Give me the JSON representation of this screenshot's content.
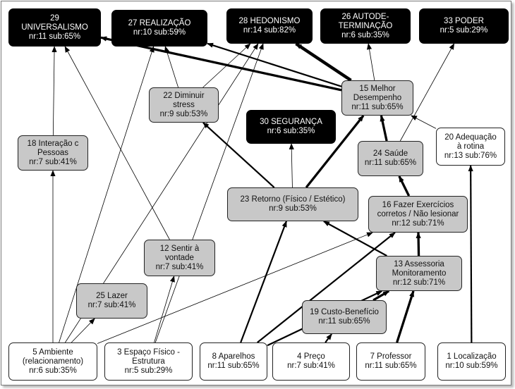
{
  "colors": {
    "dark_node": "#000000",
    "gray_node": "#c8c8c8",
    "white_node": "#ffffff",
    "edge": "#000000"
  },
  "nodes": {
    "n29": {
      "label": "29\nUNIVERSALISMO",
      "stats": "nr:11 sub:65%",
      "style": "dark"
    },
    "n27": {
      "label": "27 REALIZAÇÃO",
      "stats": "nr:10 sub:59%",
      "style": "dark"
    },
    "n28": {
      "label": "28 HEDONISMO",
      "stats": "nr:14 sub:82%",
      "style": "dark"
    },
    "n26": {
      "label": "26 AUTODE-\nTERMINAÇÃO",
      "stats": "nr:6 sub:35%",
      "style": "dark"
    },
    "n33": {
      "label": "33 PODER",
      "stats": "nr:5 sub:29%",
      "style": "dark"
    },
    "n22": {
      "label": "22 Diminuir\nstress",
      "stats": "nr:9 sub:53%",
      "style": "gray"
    },
    "n15": {
      "label": "15 Melhor\nDesempenho",
      "stats": "nr:11 sub:65%",
      "style": "gray"
    },
    "n30": {
      "label": "30 SEGURANÇA",
      "stats": "nr:6 sub:35%",
      "style": "dark"
    },
    "n18": {
      "label": "18 Interação  c\nPessoas",
      "stats": "nr:7 sub:41%",
      "style": "gray"
    },
    "n24": {
      "label": "24 Saúde",
      "stats": "nr:11 sub:65%",
      "style": "gray"
    },
    "n20": {
      "label": "20 Adequação\nà rotina",
      "stats": "nr:13 sub:76%",
      "style": "white"
    },
    "n23": {
      "label": "23 Retorno  (Físico / Estético)",
      "stats": "nr:9 sub:53%",
      "style": "gray"
    },
    "n16": {
      "label": "16 Fazer Exercícios\ncorretos / Não lesionar",
      "stats": "nr:12 sub:71%",
      "style": "gray"
    },
    "n12": {
      "label": "12 Sentir à\nvontade",
      "stats": "nr:7 sub:41%",
      "style": "gray"
    },
    "n13": {
      "label": "13 Assessoria\nMonitoramento",
      "stats": "nr:12 sub:71%",
      "style": "gray"
    },
    "n25": {
      "label": "25 Lazer",
      "stats": "nr:7 sub:41%",
      "style": "gray"
    },
    "n19": {
      "label": "19 Custo-Benefício",
      "stats": "nr:11 sub:65%",
      "style": "gray"
    },
    "n5": {
      "label": "5 Ambiente\n(relacionamento)",
      "stats": "nr:6 sub:35%",
      "style": "white"
    },
    "n3": {
      "label": "3 Espaço Físico -\nEstrutura",
      "stats": "nr:5 sub:29%",
      "style": "white"
    },
    "n8": {
      "label": "8 Aparelhos",
      "stats": "nr:11 sub:65%",
      "style": "white"
    },
    "n4": {
      "label": "4 Preço",
      "stats": "nr:7 sub:41%",
      "style": "white"
    },
    "n7": {
      "label": "7 Professor",
      "stats": "nr:11 sub:65%",
      "style": "white"
    },
    "n1": {
      "label": "1 Localização",
      "stats": "nr:10 sub:59%",
      "style": "white"
    }
  },
  "edges": [
    {
      "from": "n5",
      "to": "n18",
      "weight": 1
    },
    {
      "from": "n5",
      "to": "n25",
      "weight": 1
    },
    {
      "from": "n5",
      "to": "n27",
      "weight": 1
    },
    {
      "from": "n5",
      "to": "n28",
      "weight": 1
    },
    {
      "from": "n5",
      "to": "n16",
      "weight": 1
    },
    {
      "from": "n3",
      "to": "n12",
      "weight": 1
    },
    {
      "from": "n3",
      "to": "n28",
      "weight": 1
    },
    {
      "from": "n8",
      "to": "n23",
      "weight": 2
    },
    {
      "from": "n8",
      "to": "n13",
      "weight": 2
    },
    {
      "from": "n8",
      "to": "n16",
      "weight": 2
    },
    {
      "from": "n4",
      "to": "n19",
      "weight": 2
    },
    {
      "from": "n7",
      "to": "n13",
      "weight": 3
    },
    {
      "from": "n1",
      "to": "n20",
      "weight": 2
    },
    {
      "from": "n19",
      "to": "n13",
      "weight": 3
    },
    {
      "from": "n13",
      "to": "n16",
      "weight": 3
    },
    {
      "from": "n13",
      "to": "n23",
      "weight": 2
    },
    {
      "from": "n16",
      "to": "n24",
      "weight": 3
    },
    {
      "from": "n24",
      "to": "n15",
      "weight": 3
    },
    {
      "from": "n24",
      "to": "n33",
      "weight": 1
    },
    {
      "from": "n23",
      "to": "n15",
      "weight": 3
    },
    {
      "from": "n23",
      "to": "n22",
      "weight": 2
    },
    {
      "from": "n23",
      "to": "n30",
      "weight": 1
    },
    {
      "from": "n20",
      "to": "n15",
      "weight": 1
    },
    {
      "from": "n12",
      "to": "n29",
      "weight": 1
    },
    {
      "from": "n22",
      "to": "n27",
      "weight": 1
    },
    {
      "from": "n22",
      "to": "n28",
      "weight": 1
    },
    {
      "from": "n18",
      "to": "n29",
      "weight": 1
    },
    {
      "from": "n15",
      "to": "n29",
      "weight": 3
    },
    {
      "from": "n15",
      "to": "n27",
      "weight": 2
    },
    {
      "from": "n15",
      "to": "n28",
      "weight": 4
    },
    {
      "from": "n15",
      "to": "n26",
      "weight": 1
    }
  ]
}
